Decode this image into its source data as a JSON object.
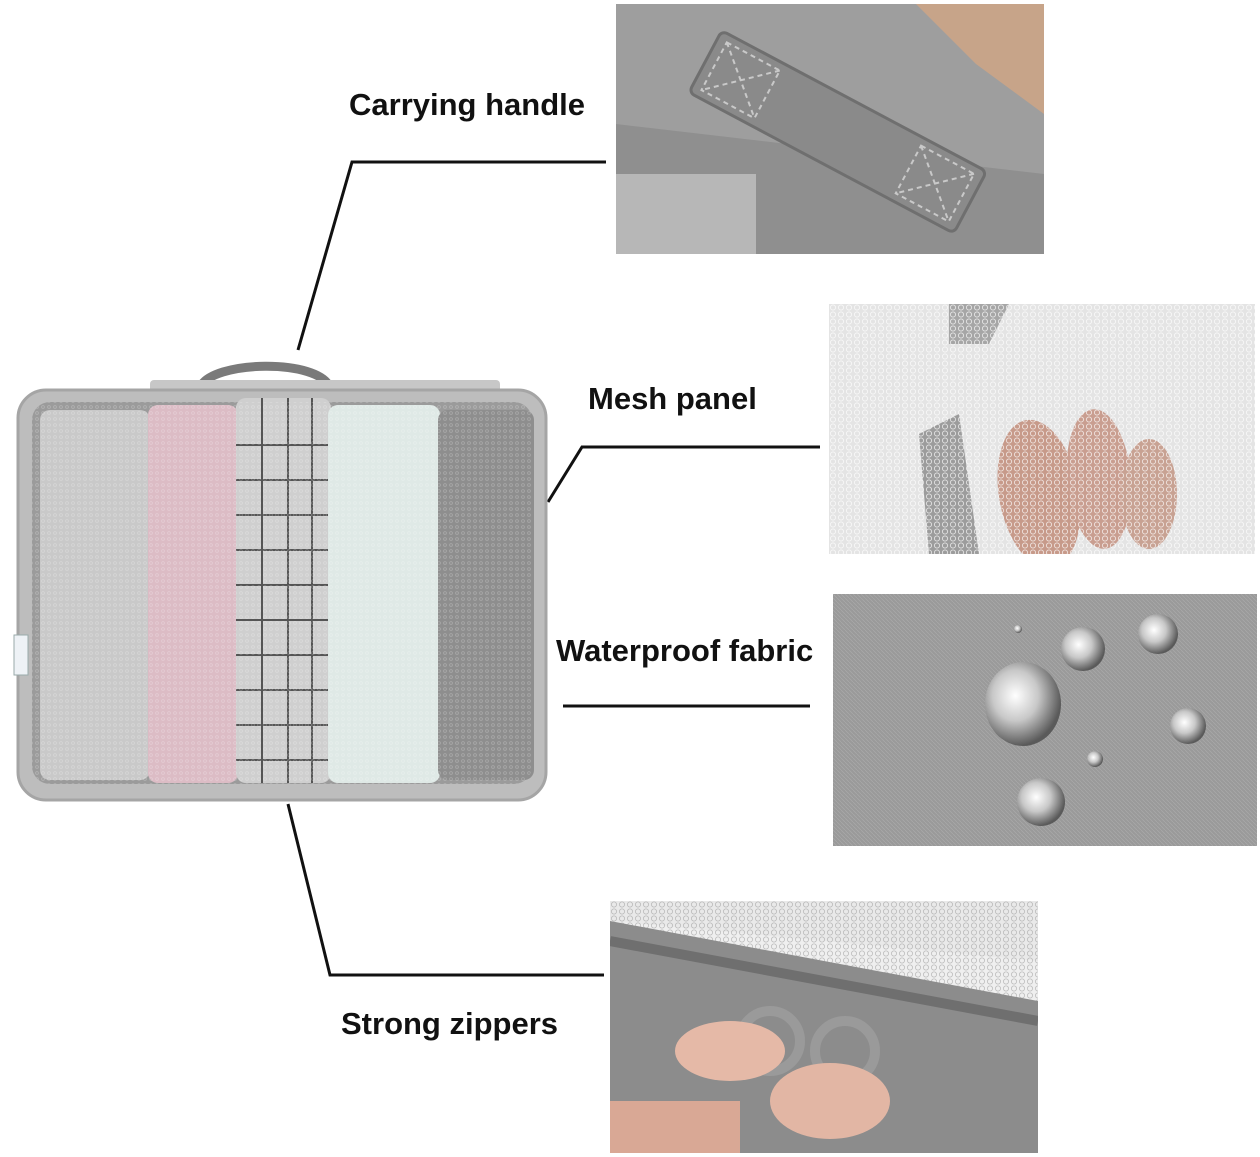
{
  "features": [
    {
      "id": "handle",
      "label": "Carrying handle"
    },
    {
      "id": "mesh",
      "label": "Mesh panel"
    },
    {
      "id": "fabric",
      "label": "Waterproof fabric"
    },
    {
      "id": "zipper",
      "label": "Strong zippers"
    }
  ],
  "colors": {
    "background": "#ffffff",
    "text": "#111111",
    "line": "#111111",
    "bag_gray": "#b9b9b9"
  }
}
